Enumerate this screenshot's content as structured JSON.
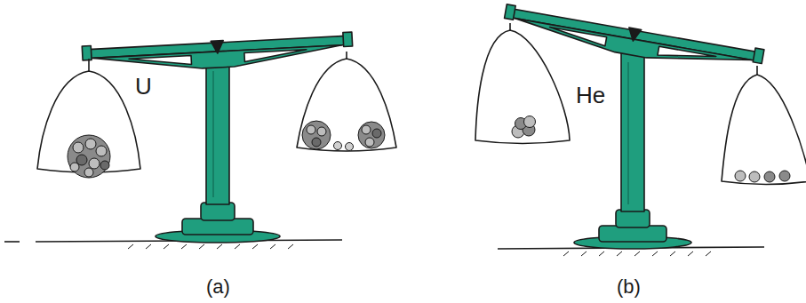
{
  "diagram": {
    "labels": [
      "U",
      "(a)",
      "He",
      "(b)"
    ]
  }
}
